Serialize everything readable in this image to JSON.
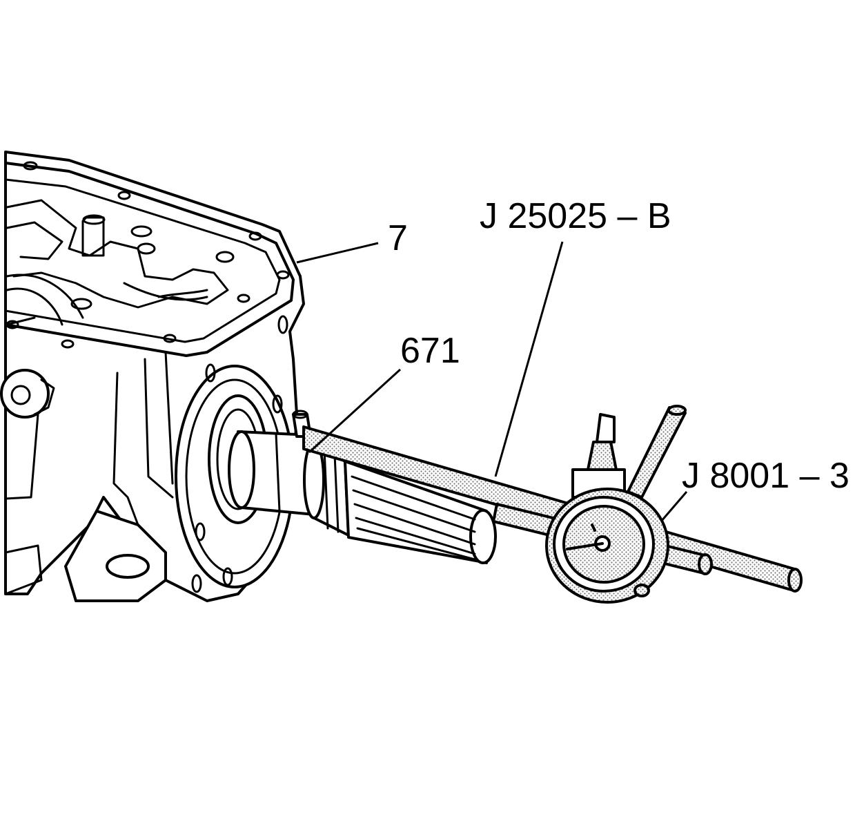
{
  "callouts": {
    "housing": "7",
    "input_shaft": "671",
    "shaft_tool": "J 25025 – B",
    "dial_indicator": "J 8001 – 3"
  },
  "colors": {
    "ink": "#000000",
    "background": "#ffffff",
    "shade": "#bdbdbd"
  }
}
